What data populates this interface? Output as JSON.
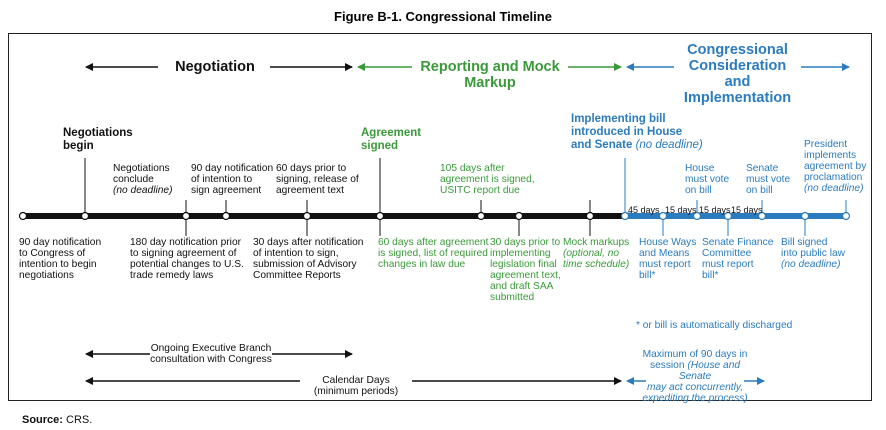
{
  "figure": {
    "title": "Figure B-1. Congressional Timeline"
  },
  "phases": {
    "negotiation": "Negotiation",
    "reporting_l1": "Reporting and Mock",
    "reporting_l2": "Markup",
    "congress_l1": "Congressional",
    "congress_l2": "Consideration and",
    "congress_l3": "Implementation"
  },
  "events_above": {
    "neg_begin_l1": "Negotiations",
    "neg_begin_l2": "begin",
    "neg_conclude_l1": "Negotiations",
    "neg_conclude_l2": "conclude",
    "neg_conclude_l3": "(no deadline)",
    "notif90_l1": "90 day notification",
    "notif90_l2": "of intention to",
    "notif90_l3": "sign agreement",
    "prior60_l1": "60 days prior to",
    "prior60_l2": "signing, release of",
    "prior60_l3": "agreement text",
    "agree_l1": "Agreement",
    "agree_l2": "signed",
    "usitc_l1": "105 days after",
    "usitc_l2": "agreement is signed,",
    "usitc_l3": "USITC report due",
    "impl_l1": "Implementing bill",
    "impl_l2": "introduced in House",
    "impl_l3a": "and Senate",
    "impl_l3b": "(no deadline)",
    "house_l1": "House",
    "house_l2": "must vote",
    "house_l3": "on bill",
    "senate_l1": "Senate",
    "senate_l2": "must vote",
    "senate_l3": "on bill",
    "pres_l1": "President",
    "pres_l2": "implements",
    "pres_l3": "agreement by",
    "pres_l4": "proclamation",
    "pres_l5": "(no deadline)"
  },
  "intervals": {
    "d1": "45 days",
    "d2": "15 days",
    "d3": "15 days",
    "d4": "15 days"
  },
  "events_below": {
    "n90_l1": "90 day notification",
    "n90_l2": "to Congress of",
    "n90_l3": "intention to begin",
    "n90_l4": "negotiations",
    "n180_l1": "180 day notification prior",
    "n180_l2": "to signing agreement of",
    "n180_l3": "potential changes to U.S.",
    "n180_l4": "trade remedy laws",
    "a30_l1": "30 days after notification",
    "a30_l2": "of intention to sign,",
    "a30_l3": "submission of Advisory",
    "a30_l4": "Committee Reports",
    "a60_l1": "60 days after agreement",
    "a60_l2": "is signed, list of required",
    "a60_l3": "changes in law due",
    "p30_l1": "30 days prior to",
    "p30_l2": "implementing",
    "p30_l3": "legislation final",
    "p30_l4": "agreement text,",
    "p30_l5": "and draft SAA",
    "p30_l6": "submitted",
    "mock_l1": "Mock markups",
    "mock_l2": "(optional, no",
    "mock_l3": "time schedule)",
    "hwm_l1": "House Ways",
    "hwm_l2": "and Means",
    "hwm_l3": "must report",
    "hwm_l4": "bill*",
    "sfc_l1": "Senate Finance",
    "sfc_l2": "Committee",
    "sfc_l3": "must report",
    "sfc_l4": "bill*",
    "law_l1": "Bill signed",
    "law_l2": "into public law",
    "law_l3": "(no deadline)"
  },
  "footnote": "* or bill is automatically discharged",
  "spans": {
    "consult_l1": "Ongoing Executive Branch",
    "consult_l2": "consultation with Congress",
    "calendar_l1": "Calendar Days",
    "calendar_l2": "(minimum periods)",
    "max_l1": "Maximum of 90 days in",
    "max_l2a": "session",
    "max_l2b": "(House and Senate",
    "max_l3": "may act concurrently,",
    "max_l4": "expediting the process)"
  },
  "source": {
    "label": "Source:",
    "text": "CRS."
  },
  "colors": {
    "black": "#111111",
    "green": "#3a9a3a",
    "blue": "#2b7bbf"
  }
}
